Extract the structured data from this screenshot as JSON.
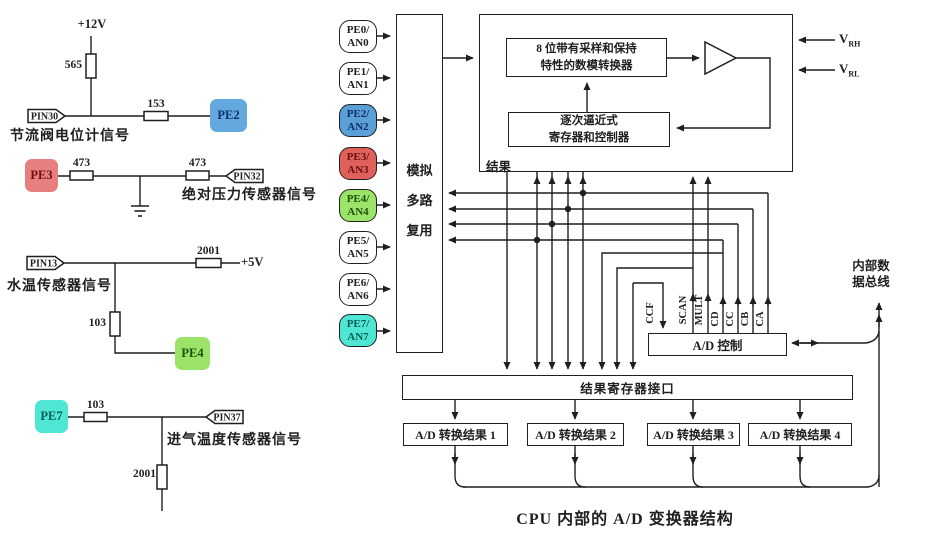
{
  "sensor_circuits": {
    "throttle": {
      "supply": "+12V",
      "r_pullup": "565",
      "r_series": "153",
      "pin": "PIN30",
      "pe": "PE2",
      "label": "节流阀电位计信号"
    },
    "pressure": {
      "pe": "PE3",
      "r1": "473",
      "r2": "473",
      "pin": "PIN32",
      "label": "绝对压力传感器信号"
    },
    "water_temp": {
      "pin": "PIN13",
      "r_pullup": "2001",
      "supply": "+5V",
      "r_series": "103",
      "pe": "PE4",
      "label": "水温传感器信号"
    },
    "intake_temp": {
      "pe": "PE7",
      "r_series": "103",
      "pin": "PIN37",
      "r_pulldown": "2001",
      "label": "进气温度传感器信号"
    }
  },
  "adc_diagram": {
    "channels": [
      {
        "line1": "PE0/",
        "line2": "AN0",
        "fill": "#ffffff"
      },
      {
        "line1": "PE1/",
        "line2": "AN1",
        "fill": "#ffffff"
      },
      {
        "line1": "PE2/",
        "line2": "AN2",
        "fill": "#5b9fd8"
      },
      {
        "line1": "PE3/",
        "line2": "AN3",
        "fill": "#e0605c"
      },
      {
        "line1": "PE4/",
        "line2": "AN4",
        "fill": "#9ce36a"
      },
      {
        "line1": "PE5/",
        "line2": "AN5",
        "fill": "#ffffff"
      },
      {
        "line1": "PE6/",
        "line2": "AN6",
        "fill": "#ffffff"
      },
      {
        "line1": "PE7/",
        "line2": "AN7",
        "fill": "#4fe6d4"
      }
    ],
    "mux": {
      "line1": "模拟",
      "line2": "多路",
      "line3": "复用"
    },
    "sample_hold": {
      "line1": "8 位带有采样和保持",
      "line2": "特性的数模转换器"
    },
    "sar": {
      "line1": "逐次逼近式",
      "line2": "寄存器和控制器"
    },
    "result_label": "结果",
    "vrh": {
      "base": "V",
      "sub": "RH"
    },
    "vrl": {
      "base": "V",
      "sub": "RL"
    },
    "control": {
      "label": "A/D 控制",
      "signals": {
        "ccf": "CCF",
        "scan": "SCAN",
        "mult": "MULT",
        "cd": "CD",
        "cc": "CC",
        "cb": "CB",
        "ca": "CA"
      }
    },
    "bus": {
      "line1": "内部数",
      "line2": "据总线"
    },
    "interface_label": "结果寄存器接口",
    "results": [
      "A/D 转换结果 1",
      "A/D 转换结果 2",
      "A/D 转换结果 3",
      "A/D 转换结果 4"
    ]
  },
  "caption": "CPU 内部的 A/D 变换器结构",
  "colors": {
    "pe2_blue": "#64a8e0",
    "pe3_red": "#e87f7f",
    "pe4_green": "#9ce36a",
    "pe7_cyan": "#4fe6d4",
    "line": "#1f1f1f"
  }
}
